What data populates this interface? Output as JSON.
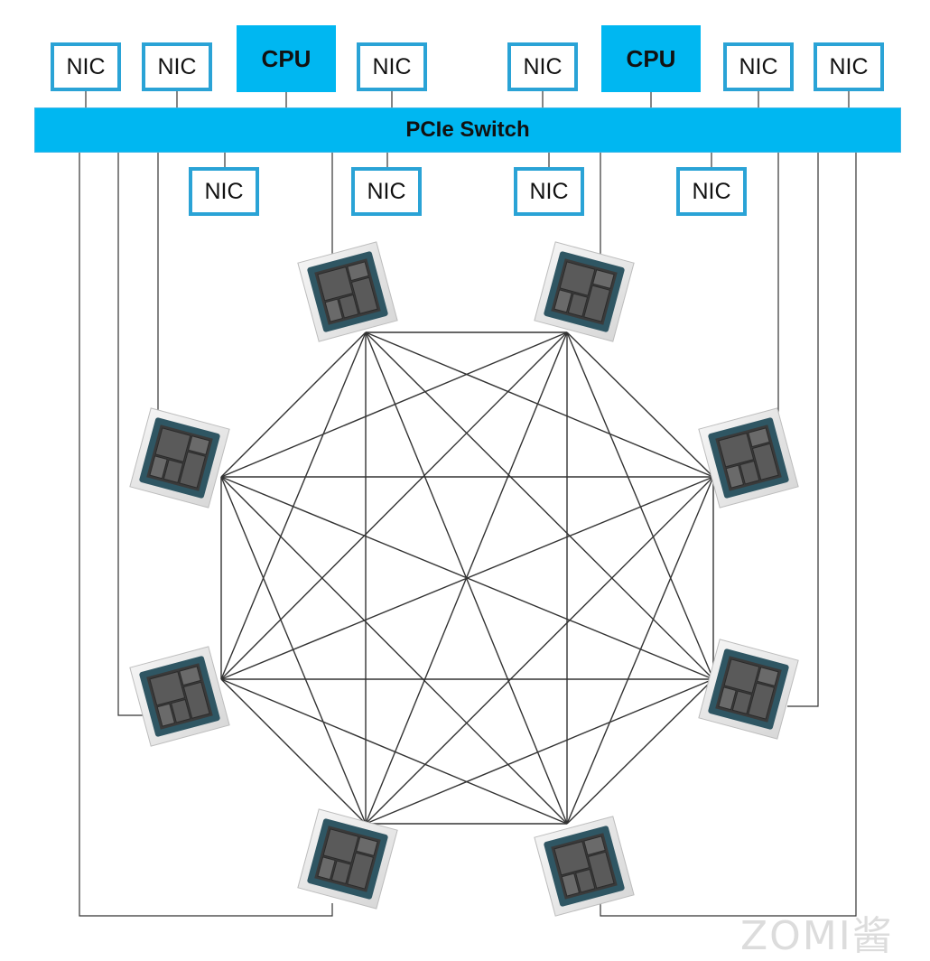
{
  "bus": {
    "label": "PCIe Switch",
    "color": "#00b7f1"
  },
  "cpus": [
    {
      "label": "CPU"
    },
    {
      "label": "CPU"
    }
  ],
  "nics_top": [
    {
      "label": "NIC"
    },
    {
      "label": "NIC"
    },
    {
      "label": "NIC"
    },
    {
      "label": "NIC"
    },
    {
      "label": "NIC"
    },
    {
      "label": "NIC"
    }
  ],
  "nics_bottom": [
    {
      "label": "NIC"
    },
    {
      "label": "NIC"
    },
    {
      "label": "NIC"
    },
    {
      "label": "NIC"
    }
  ],
  "accelerators": {
    "count": 8,
    "topology": "full-mesh",
    "icon": "gpu-chip-icon"
  },
  "colors": {
    "nic_border": "#2aa3d6",
    "chip_frame": "#d8d8d8",
    "chip_substrate": "#2f5663",
    "die": "#5a5a5a"
  },
  "watermark": "ZOMI酱"
}
